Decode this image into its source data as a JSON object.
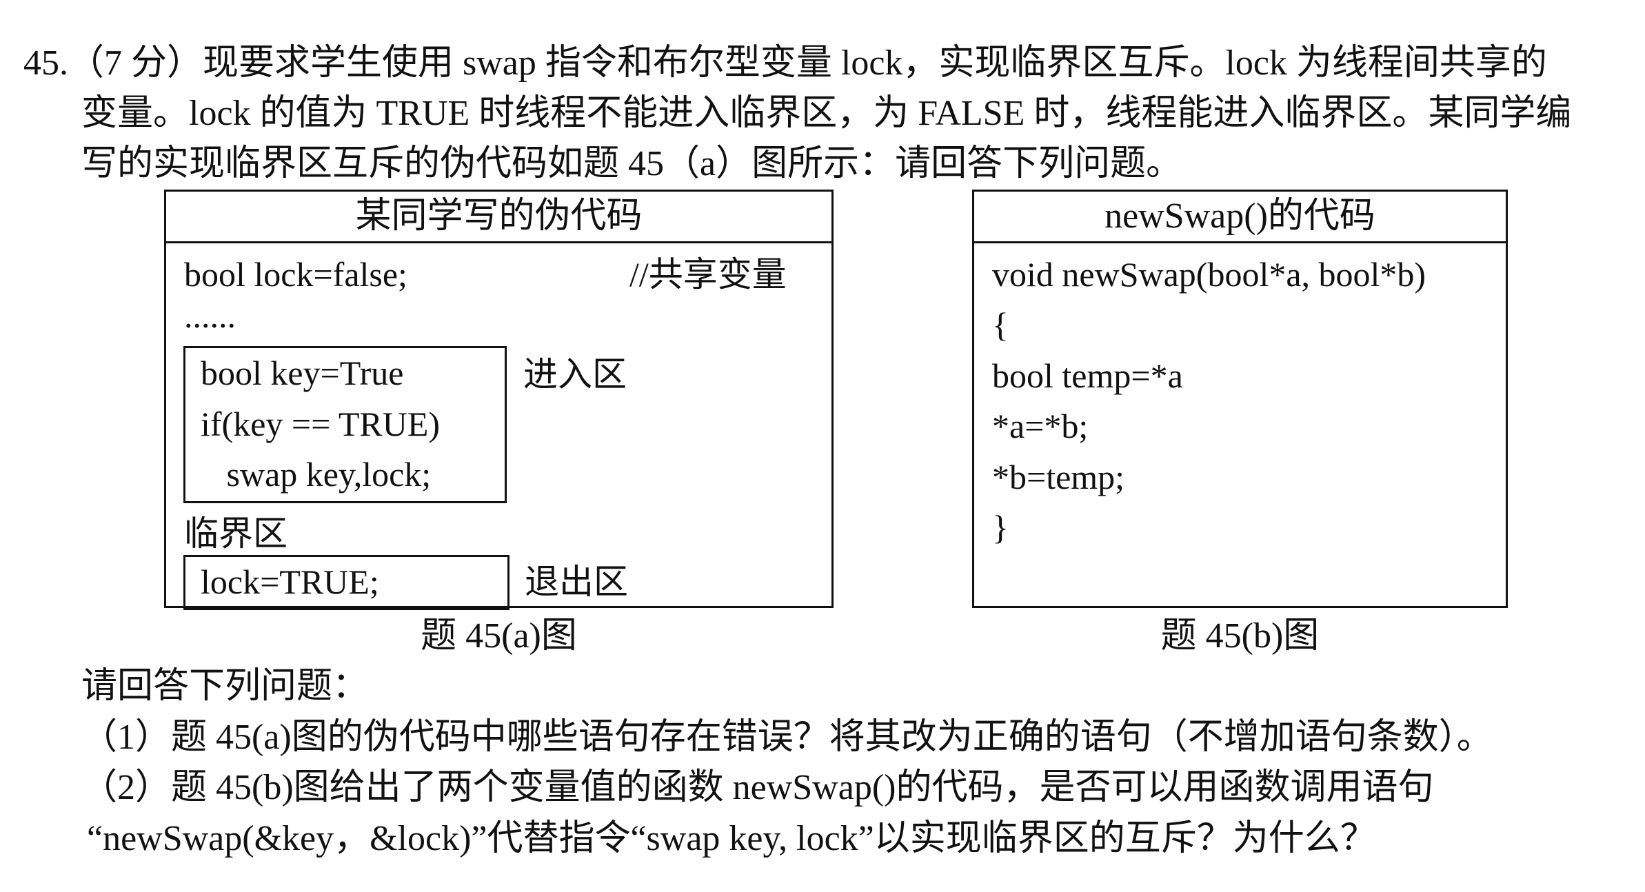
{
  "question": {
    "line1": "45.（7 分）现要求学生使用 swap 指令和布尔型变量 lock，实现临界区互斥。lock 为线程间共享的",
    "line2": "变量。lock 的值为 TRUE 时线程不能进入临界区，为 FALSE 时，线程能进入临界区。某同学编",
    "line3": "写的实现临界区互斥的伪代码如题 45（a）图所示：请回答下列问题。"
  },
  "figure_a": {
    "header": "某同学写的伪代码",
    "decl": "bool lock=false;",
    "decl_comment": "//共享变量",
    "dots": "......",
    "entry_lines": [
      "bool key=True",
      "if(key == TRUE)",
      "   swap key,lock;"
    ],
    "entry_label": "进入区",
    "critical_label": "临界区",
    "exit_line": "lock=TRUE;",
    "exit_label": "退出区",
    "caption": "题 45(a)图"
  },
  "figure_b": {
    "header": "newSwap()的代码",
    "lines": [
      "void newSwap(bool*a, bool*b)",
      "{",
      "bool temp=*a",
      "*a=*b;",
      "*b=temp;",
      "}"
    ],
    "caption": "题 45(b)图"
  },
  "prompt": "请回答下列问题：",
  "sub_questions": {
    "q1": "（1）题 45(a)图的伪代码中哪些语句存在错误？将其改为正确的语句（不增加语句条数）。",
    "q2_line1": "（2）题 45(b)图给出了两个变量值的函数 newSwap()的代码，是否可以用函数调用语句",
    "q2_line2": "“newSwap(&key，&lock)”代替指令“swap key, lock”以实现临界区的互斥？为什么？"
  }
}
